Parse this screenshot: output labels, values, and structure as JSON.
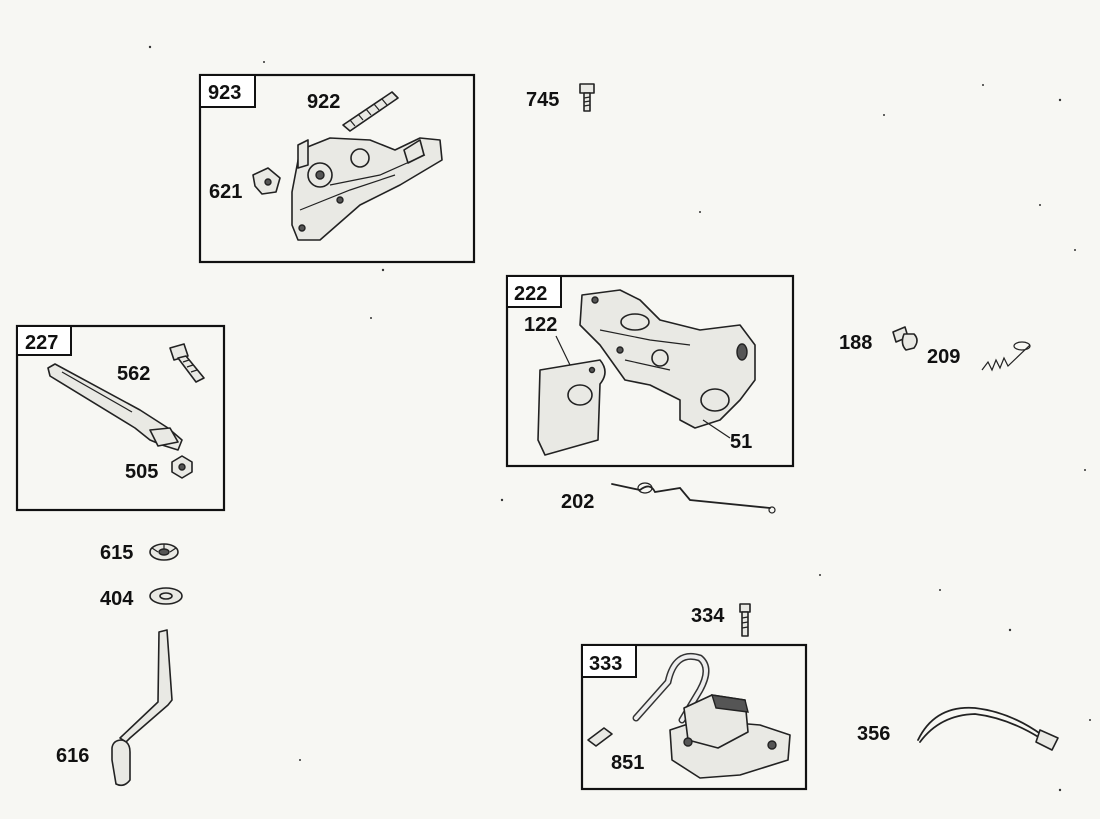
{
  "assemblies": [
    {
      "id": "923",
      "parts": [
        "922",
        "621"
      ]
    },
    {
      "id": "227",
      "parts": [
        "562",
        "505"
      ]
    },
    {
      "id": "222",
      "parts": [
        "122",
        "51"
      ]
    },
    {
      "id": "333",
      "parts": [
        "851"
      ]
    }
  ],
  "labels": {
    "a923": "923",
    "p922": "922",
    "p621": "621",
    "p745": "745",
    "a227": "227",
    "p562": "562",
    "p505": "505",
    "a222": "222",
    "p122": "122",
    "p51": "51",
    "p188": "188",
    "p209": "209",
    "p202": "202",
    "p615": "615",
    "p404": "404",
    "p616": "616",
    "p334": "334",
    "a333": "333",
    "p851": "851",
    "p356": "356"
  }
}
